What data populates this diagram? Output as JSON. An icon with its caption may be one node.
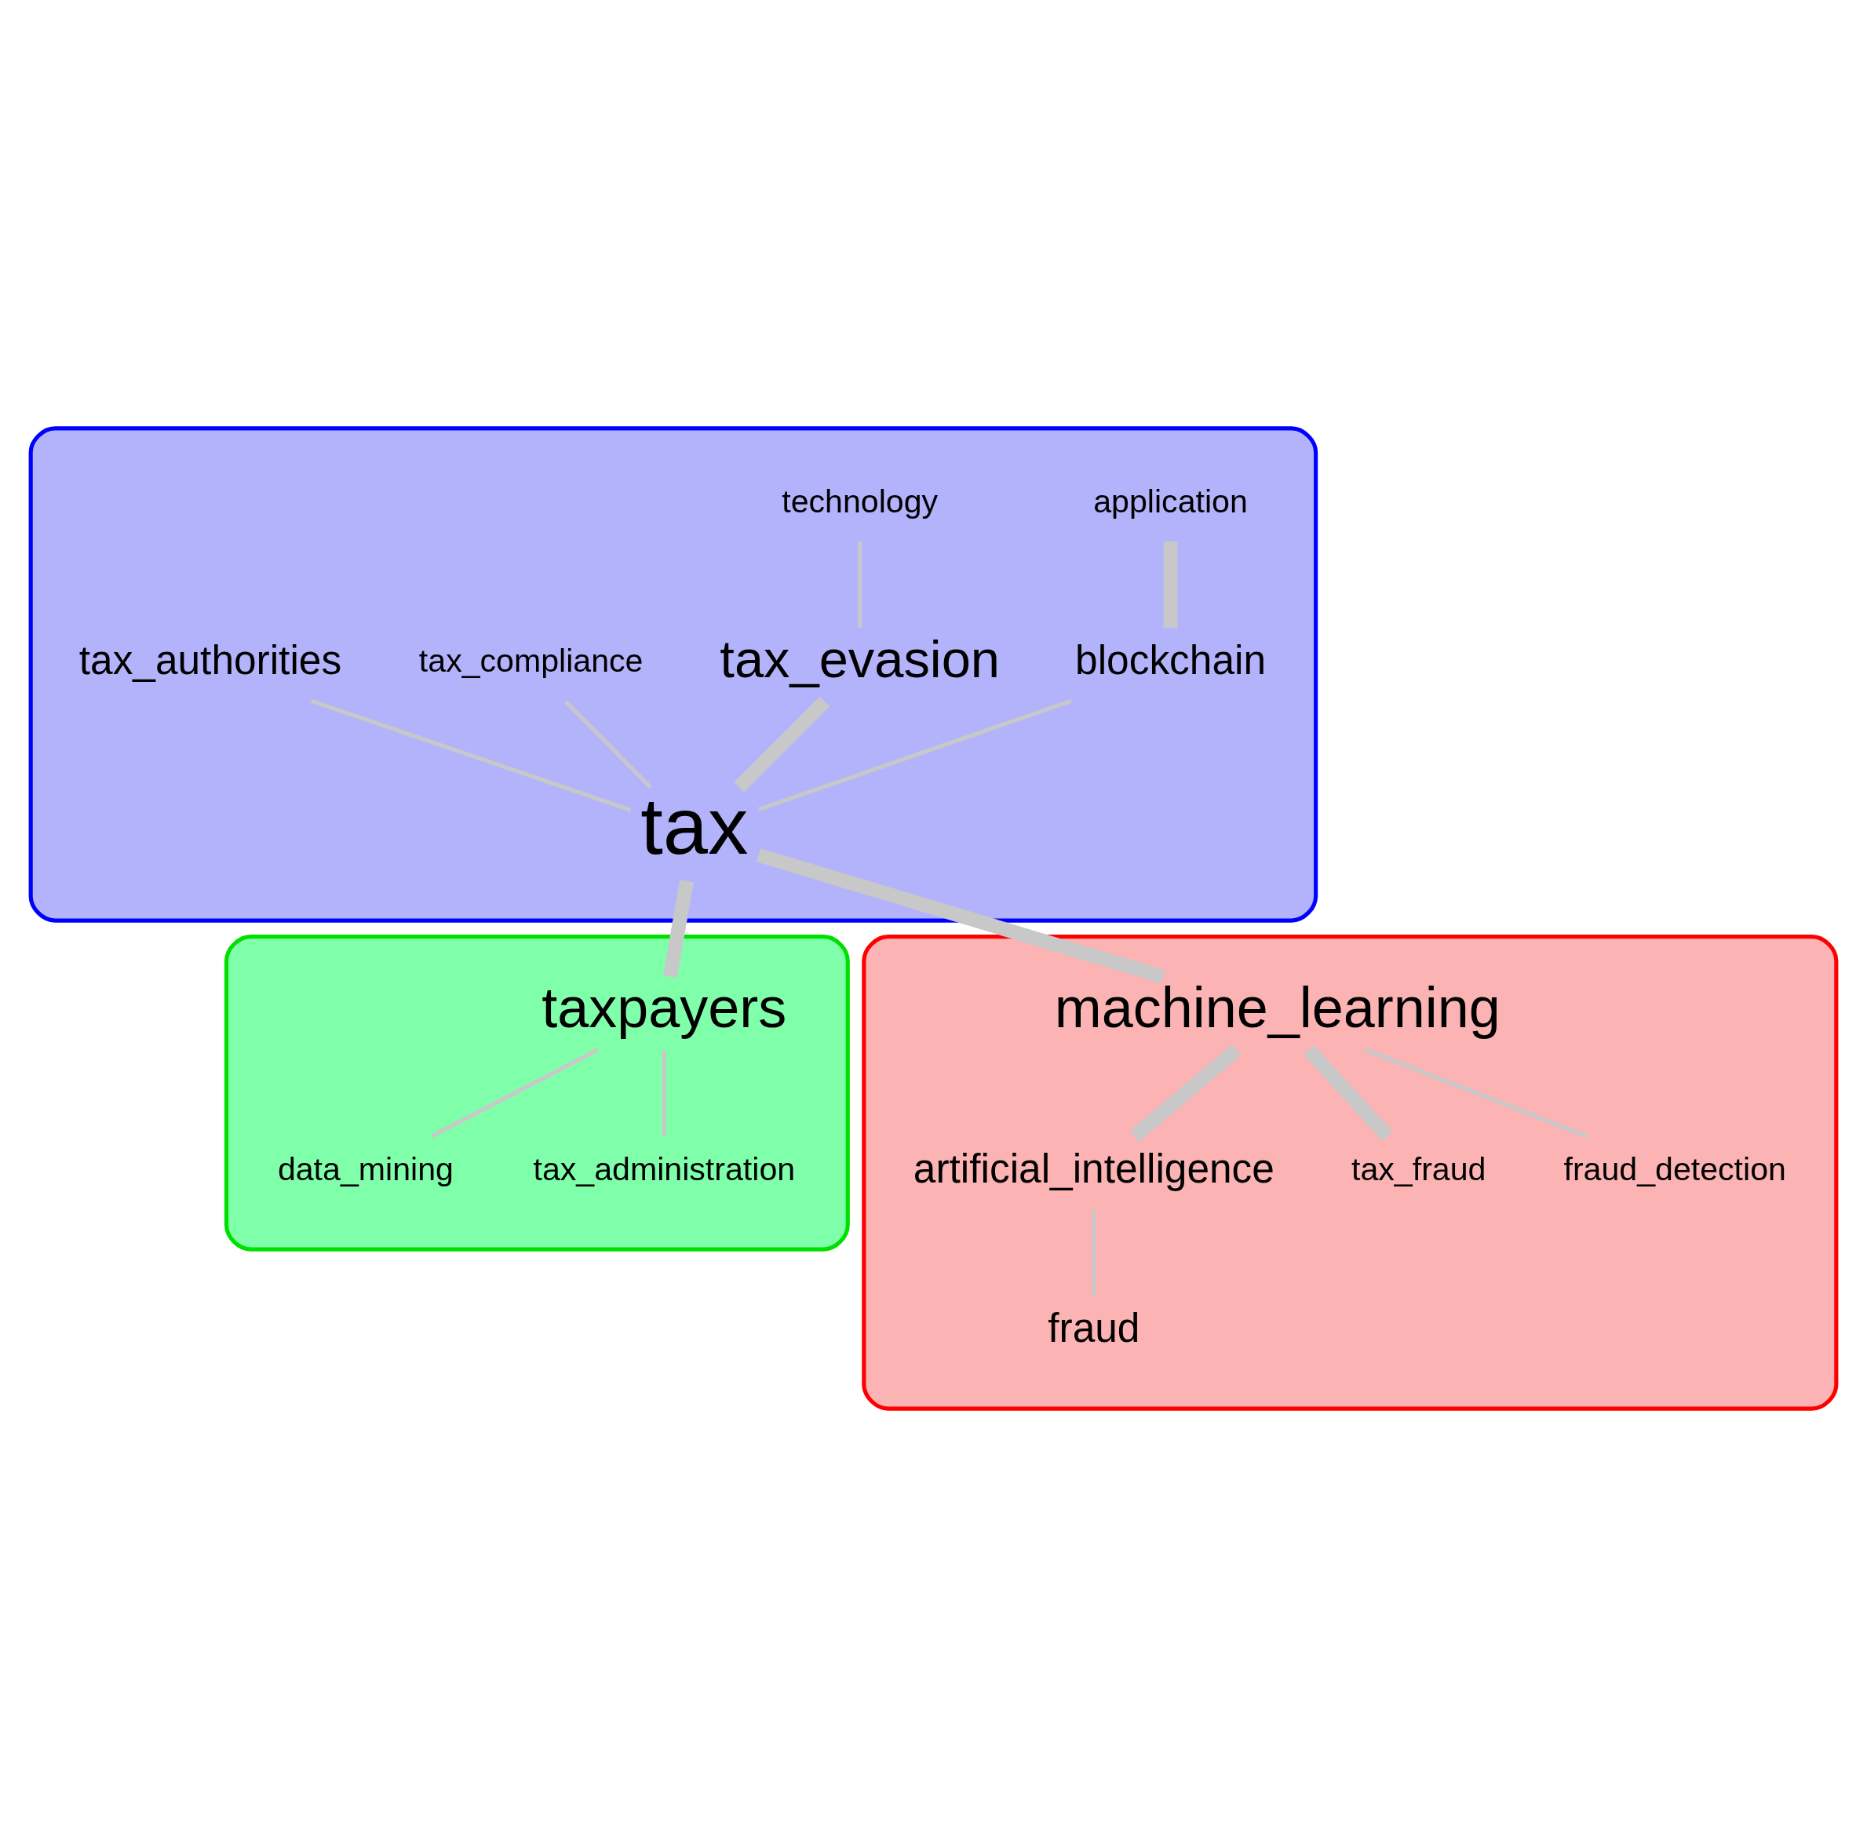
{
  "diagram": {
    "nodes": [
      {
        "text": [],
        "shape": "blob"
      },
      {
        "text": [
          "application"
        ],
        "in": 0
      },
      {
        "text": [
          "technology"
        ],
        "in": 0
      },
      {
        "text": [
          "blockchain"
        ],
        "in": 0
      },
      {
        "text": [
          "tax_evasion"
        ],
        "in": 0
      },
      {
        "text": [
          "tax_compliance"
        ],
        "in": 0
      },
      {
        "text": [
          "tax_authorities"
        ],
        "in": 0
      },
      {
        "text": [
          "tax"
        ],
        "in": 0
      },
      {
        "text": [],
        "shape": "blob"
      },
      {
        "text": [
          "taxpayers"
        ],
        "in": 8
      },
      {
        "text": [
          "data_mining"
        ],
        "in": 8
      },
      {
        "text": [
          "tax_administration"
        ],
        "in": 8
      },
      {
        "text": [],
        "shape": "blob"
      },
      {
        "text": [
          "machine_learning"
        ],
        "in": 12
      },
      {
        "text": [
          "artificial_intelligence"
        ],
        "in": 12
      },
      {
        "text": [
          "fraud"
        ],
        "in": 12
      },
      {
        "text": [
          "tax_fraud"
        ],
        "in": 12
      },
      {
        "text": [
          "fraud_detection"
        ],
        "in": 12
      }
    ],
    "edges": [
      {
        "from": 1,
        "to": 3,
        "arrow": "none",
        "style": "thick"
      },
      {
        "from": 3,
        "to": 7,
        "arrow": "none"
      },
      {
        "from": 2,
        "to": 4,
        "arrow": "none"
      },
      {
        "from": 4,
        "to": 7,
        "arrow": "none",
        "style": "thick"
      },
      {
        "from": 5,
        "to": 7,
        "arrow": "none"
      },
      {
        "from": 6,
        "to": 7,
        "arrow": "none"
      },
      {
        "from": 7,
        "to": 9,
        "arrow": "none",
        "style": "thick"
      },
      {
        "from": 7,
        "to": 13,
        "arrow": "none",
        "style": "thick"
      },
      {
        "from": 9,
        "to": 10,
        "arrow": "none"
      },
      {
        "from": 9,
        "to": 11,
        "arrow": "none"
      },
      {
        "from": 13,
        "to": 14,
        "arrow": "none",
        "style": "thick"
      },
      {
        "from": 14,
        "to": 15,
        "arrow": "none"
      },
      {
        "from": 13,
        "to": 16,
        "arrow": "none",
        "style": "thick"
      },
      {
        "from": 13,
        "to": 17,
        "arrow": "none"
      }
    ]
  }
}
